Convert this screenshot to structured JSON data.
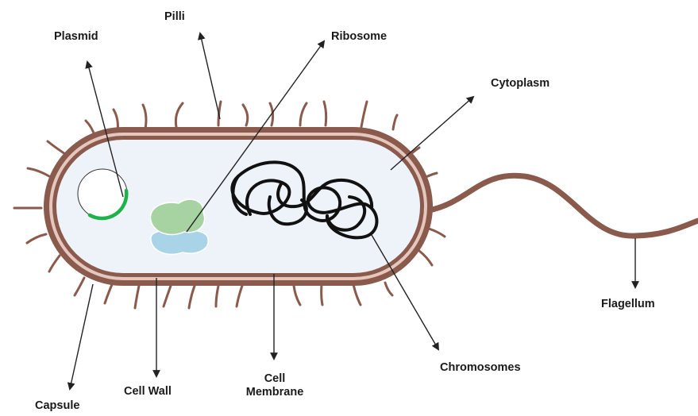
{
  "labels": {
    "pilli": "Pilli",
    "plasmid": "Plasmid",
    "ribosome": "Ribosome",
    "cytoplasm": "Cytoplasm",
    "flagellum": "Flagellum",
    "chromosomes": "Chromosomes",
    "cell_membrane_line1": "Cell",
    "cell_membrane_line2": "Membrane",
    "cell_wall": "Cell Wall",
    "capsule": "Capsule"
  },
  "colors": {
    "capsule_brown": "#8a5a4d",
    "wall_light": "#e6c7bd",
    "cytoplasm_fill": "#eef3fa",
    "plasmid_green": "#1fb24a",
    "ribosome_green": "#a7d3a2",
    "ribosome_blue": "#a9d3e6",
    "chromosome_black": "#111111",
    "arrow": "#222222"
  }
}
